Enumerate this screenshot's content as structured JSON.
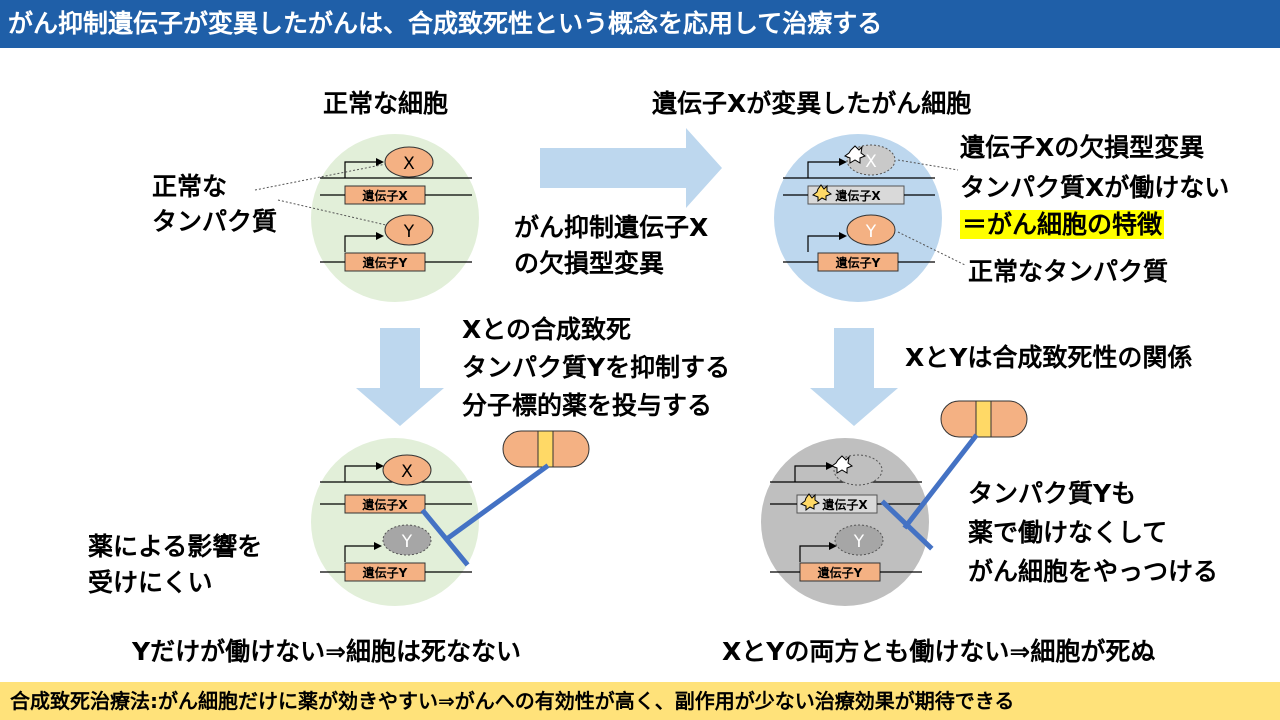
{
  "header": {
    "title": "がん抑制遺伝子が変異したがんは、合成致死性という概念を応用して治療する"
  },
  "panel_normal": {
    "title": "正常な細胞",
    "side_label": [
      "正常な",
      "タンパク質"
    ]
  },
  "panel_cancer": {
    "title": "遺伝子Xが変異したがん細胞",
    "right_labels": [
      "遺伝子Xの欠損型変異",
      "タンパク質Xが働けない",
      "＝がん細胞の特徴",
      "正常なタンパク質"
    ]
  },
  "arrow_label": [
    "がん抑制遺伝子X",
    "の欠損型変異"
  ],
  "drug_label": [
    "Xとの合成致死",
    "タンパク質Yを抑制する",
    "分子標的薬を投与する"
  ],
  "relation_label": "XとYは合成致死性の関係",
  "normal_treated": {
    "side_label": [
      "薬による影響を",
      "受けにくい"
    ],
    "caption": "Yだけが働けない⇒細胞は死なない"
  },
  "cancer_treated": {
    "side_label": [
      "タンパク質Yも",
      "薬で働けなくして",
      "がん細胞をやっつける"
    ],
    "caption": "XとYの両方とも働けない⇒細胞が死ぬ"
  },
  "genes": {
    "protein_x": "X",
    "protein_y": "Y",
    "gene_x": "遺伝子X",
    "gene_y": "遺伝子Y"
  },
  "footer": {
    "text": "合成致死治療法:がん細胞だけに薬が効きやすい⇒がんへの有効性が高く、副作用が少ない治療効果が期待できる"
  },
  "colors": {
    "header_bg": "#1f5fa8",
    "footer_bg": "#ffe27a",
    "normal_cell": "#e2efd9",
    "cancer_cell": "#bdd7ee",
    "treated_cancer_cell": "#bfbfbf",
    "protein": "#f4b183",
    "inactive_protein": "#a6a6a6",
    "arrow": "#bdd7ee",
    "inhibitor": "#4472c4",
    "highlight": "#ffff00"
  }
}
